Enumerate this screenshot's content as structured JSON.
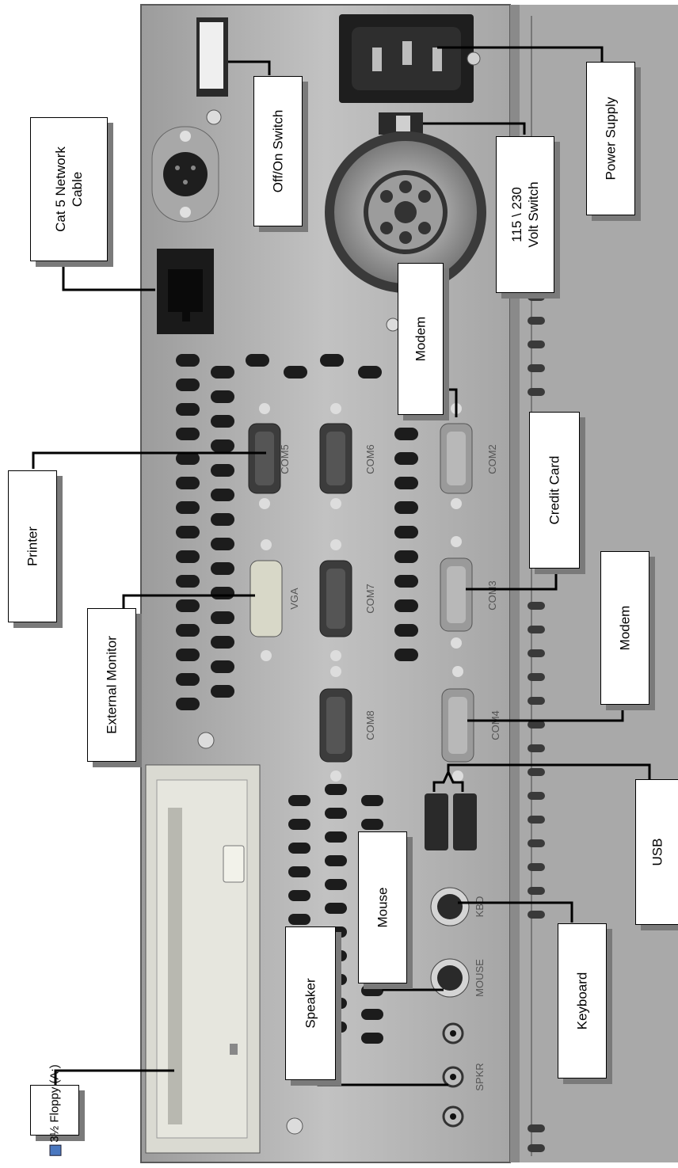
{
  "callouts": {
    "power_supply": "Power Supply",
    "volt_switch_line1": "115 \\ 230",
    "volt_switch_line2": "Volt Switch",
    "off_on_switch": "Off/On Switch",
    "network_line1": "Cat 5 Network",
    "network_line2": "Cable",
    "modem_top": "Modem",
    "credit_card": "Credit Card",
    "modem_right": "Modem",
    "printer": "Printer",
    "external_monitor": "External Monitor",
    "usb": "USB",
    "mouse": "Mouse",
    "speaker": "Speaker",
    "keyboard": "Keyboard",
    "floppy": "3½ Floppy (A:)"
  },
  "port_labels": {
    "com5": "COM5",
    "com6": "COM6",
    "com2": "COM2",
    "vga": "VGA",
    "com7": "COM7",
    "com3": "COM3",
    "com8": "COM8",
    "com4": "COM4",
    "kbd": "KBD",
    "mouse": "MOUSE",
    "spkr": "SPKR"
  },
  "colors": {
    "panel": "#b4b4b4",
    "panel_edge": "#6e6e6e",
    "hole": "#1c1c1c",
    "line": "#000000",
    "shadow": "#7a7a7a"
  }
}
